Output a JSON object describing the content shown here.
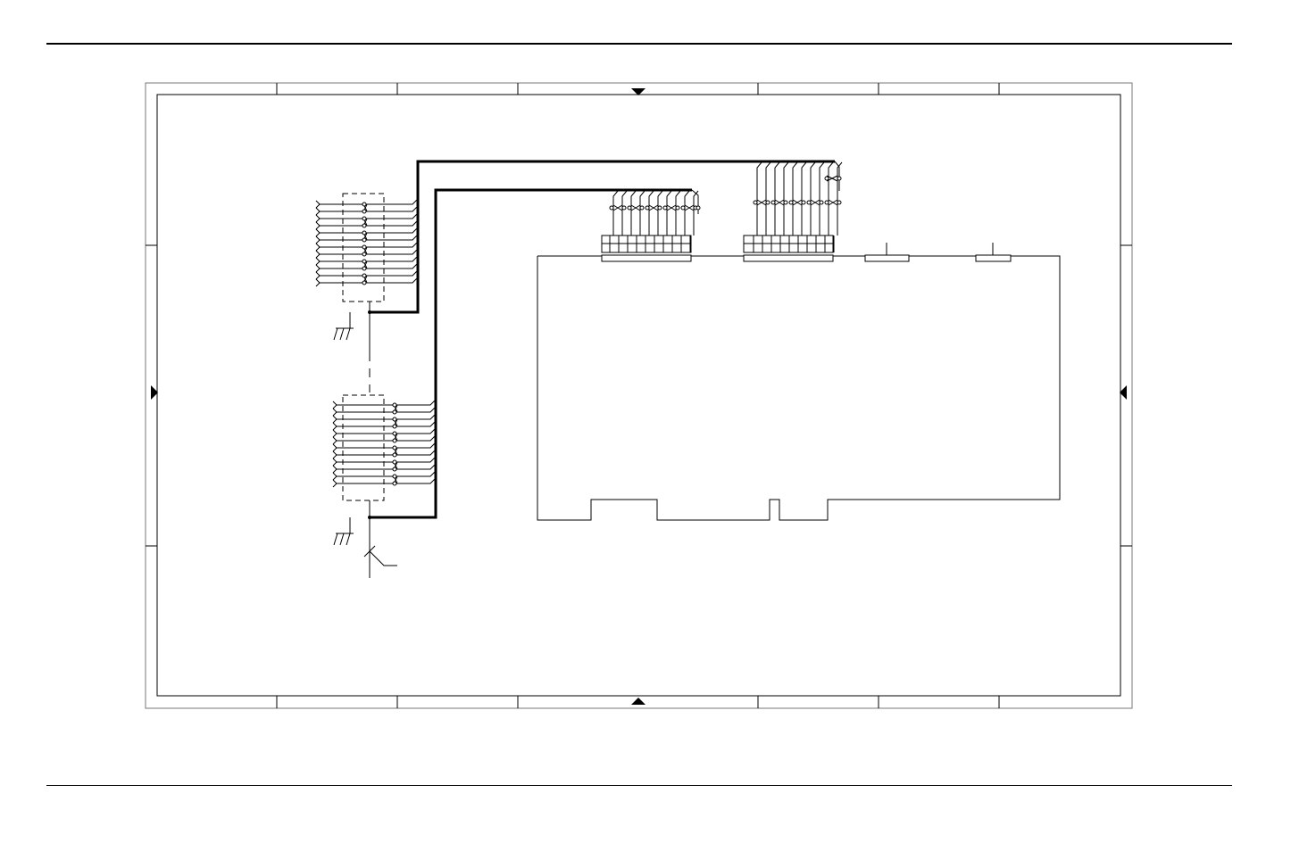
{
  "diagram": {
    "type": "wiring-schematic",
    "line_color": "#000000",
    "background": "#ffffff",
    "labels": [],
    "upper_cable": {
      "wires": 12,
      "twisted_pairs": 6
    },
    "lower_cable": {
      "wires": 12,
      "twisted_pairs": 6
    },
    "left_connector": {
      "pins": 10
    },
    "right_connector": {
      "pins": 10
    },
    "board": {
      "connectors": 2,
      "test_points": 2
    }
  }
}
